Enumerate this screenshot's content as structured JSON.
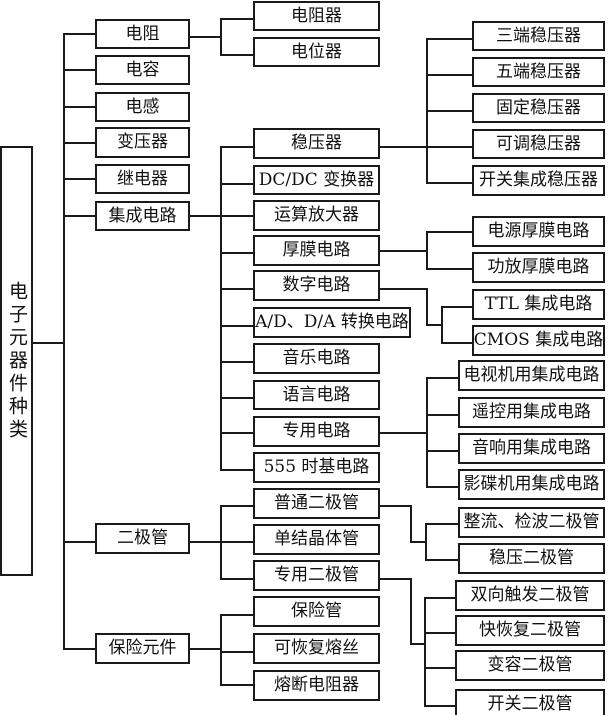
{
  "diagram": {
    "root": "电子元器件种类",
    "level1": {
      "resistor": "电阻",
      "capacitor": "电容",
      "inductor": "电感",
      "transformer": "变压器",
      "relay": "继电器",
      "ic": "集成电路",
      "diode": "二极管",
      "fuse": "保险元件"
    },
    "resistor_children": [
      "电阻器",
      "电位器"
    ],
    "ic_children": [
      "稳压器",
      "DC/DC 变换器",
      "运算放大器",
      "厚膜电路",
      "数字电路",
      "A/D、D/A 转换电路",
      "音乐电路",
      "语言电路",
      "专用电路",
      "555 时基电路"
    ],
    "regulator_children": [
      "三端稳压器",
      "五端稳压器",
      "固定稳压器",
      "可调稳压器",
      "开关集成稳压器"
    ],
    "thickfilm_children": [
      "电源厚膜电路",
      "功放厚膜电路"
    ],
    "digital_children": [
      "TTL 集成电路",
      "CMOS 集成电路"
    ],
    "special_circuit_children": [
      "电视机用集成电路",
      "遥控用集成电路",
      "音响用集成电路",
      "影碟机用集成电路"
    ],
    "diode_children": [
      "普通二极管",
      "单结晶体管",
      "专用二极管"
    ],
    "normal_diode_children": [
      "整流、检波二极管",
      "稳压二极管"
    ],
    "special_diode_children": [
      "双向触发二极管",
      "快恢复二极管",
      "变容二极管",
      "开关二极管"
    ],
    "fuse_children": [
      "保险管",
      "可恢复熔丝",
      "熔断电阻器"
    ]
  }
}
